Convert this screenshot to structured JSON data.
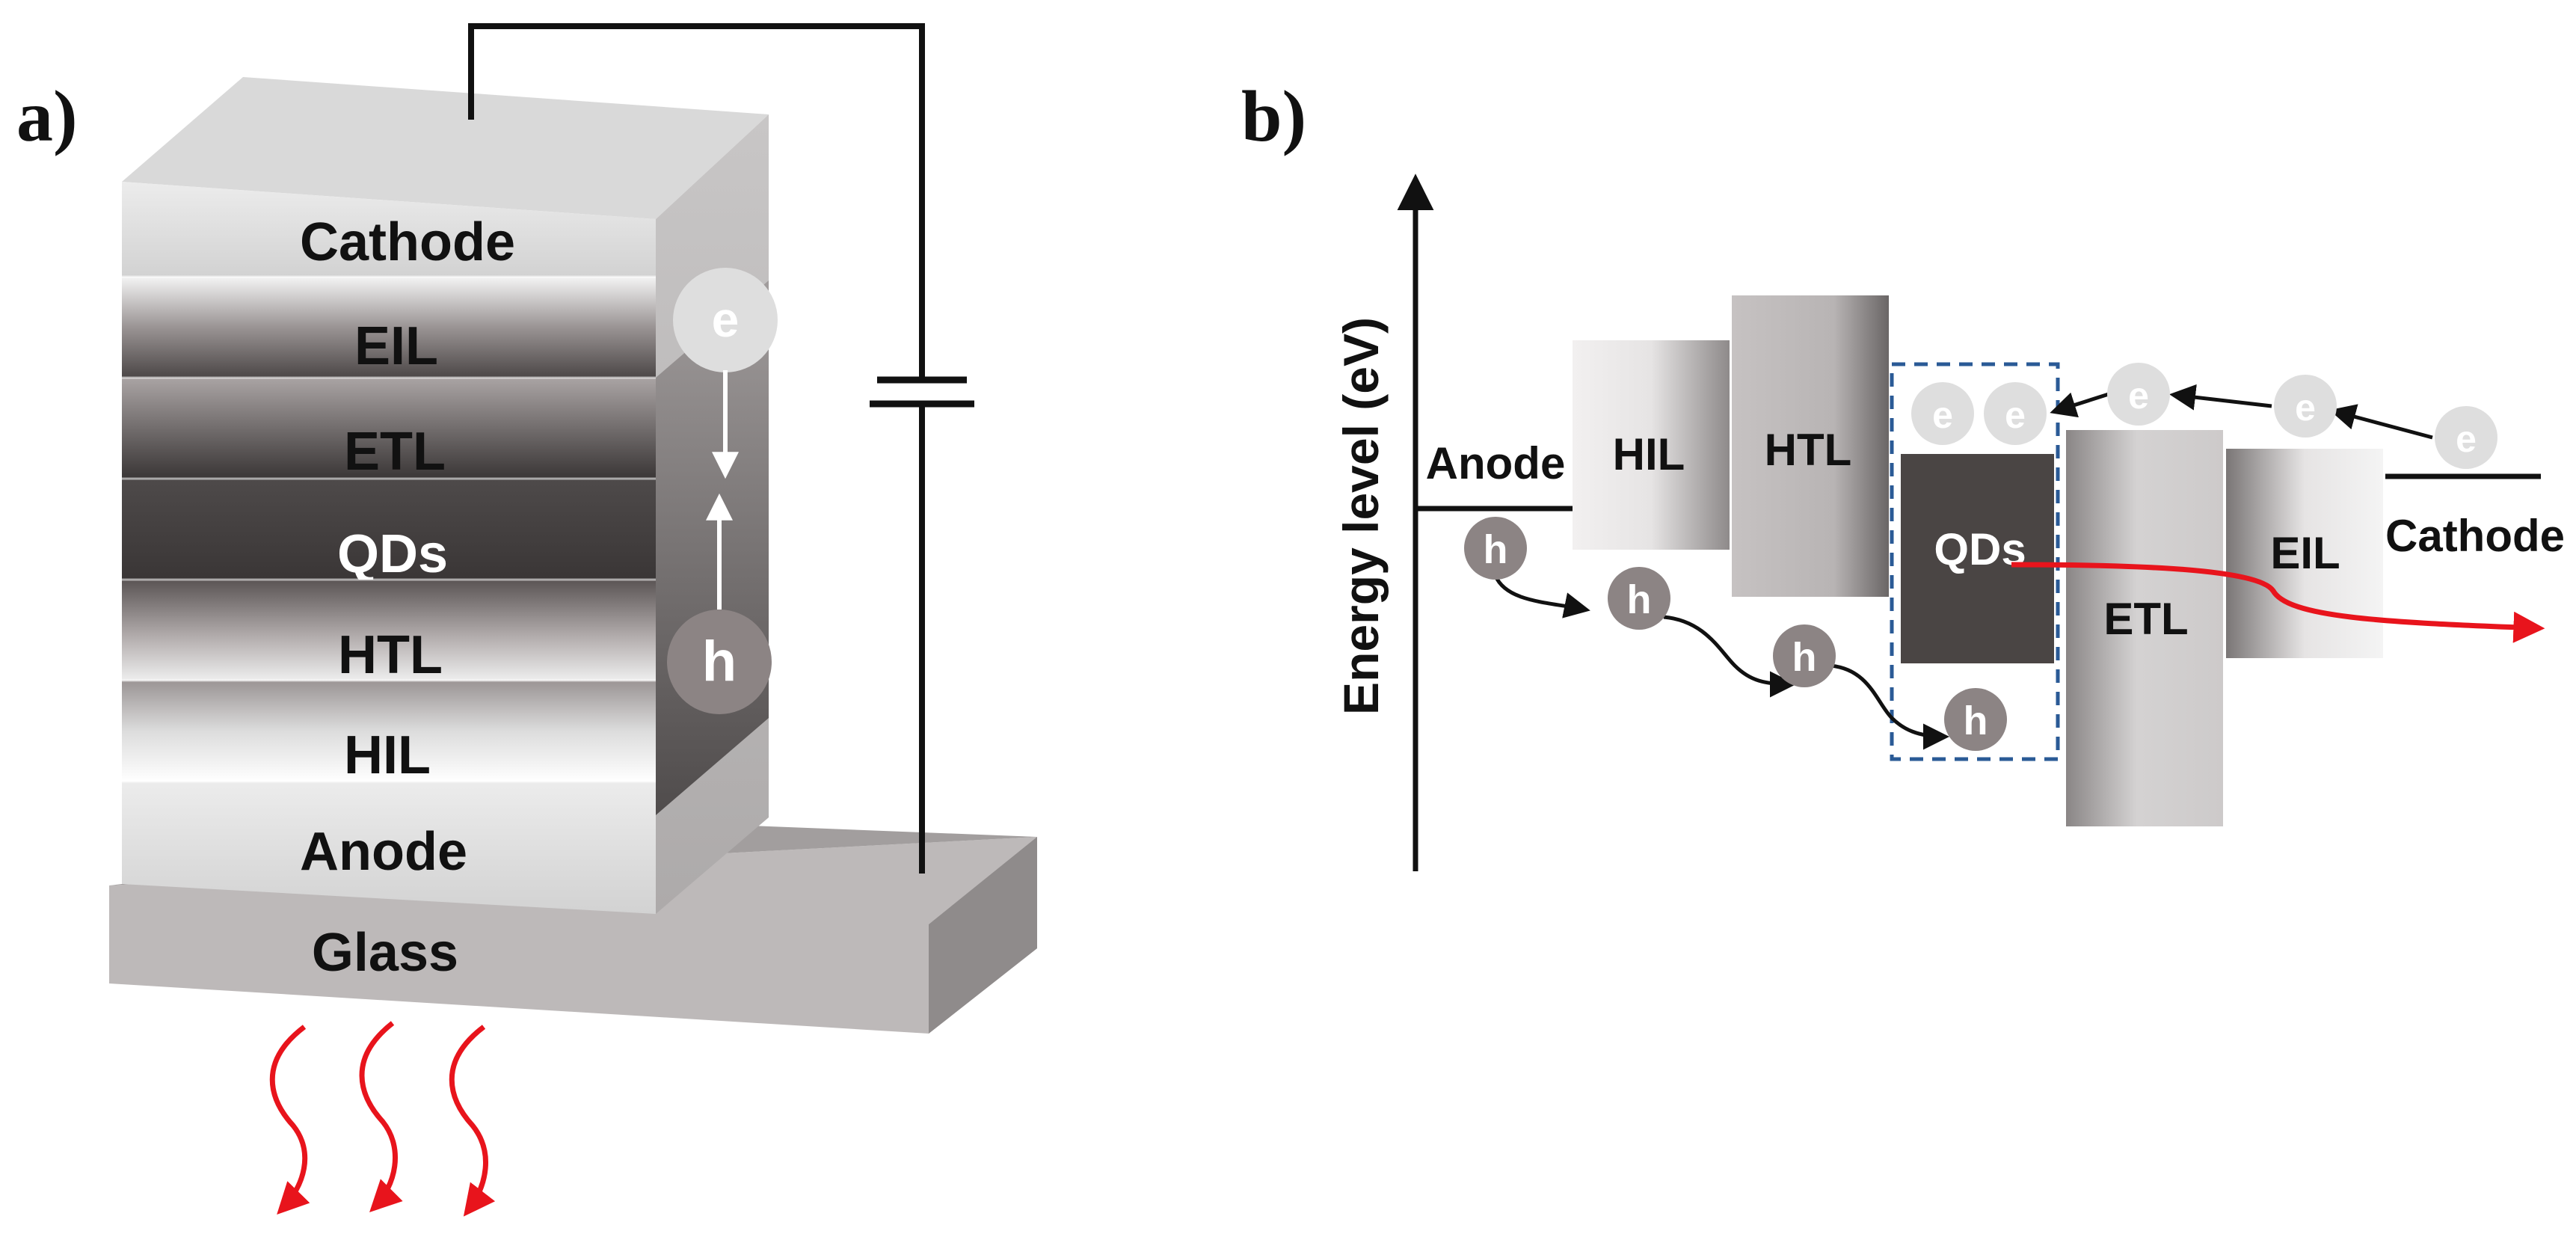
{
  "panel_a": {
    "label": "a)",
    "layers": {
      "cathode": "Cathode",
      "eil": "EIL",
      "etl": "ETL",
      "qds": "QDs",
      "htl": "HTL",
      "hil": "HIL",
      "anode": "Anode",
      "glass": "Glass"
    },
    "electron": "e",
    "hole": "h"
  },
  "panel_b": {
    "label": "b)",
    "y_axis_title": "Energy level (eV)",
    "anode": "Anode",
    "cathode": "Cathode",
    "bands": {
      "hil": "HIL",
      "htl": "HTL",
      "qds": "QDs",
      "etl": "ETL",
      "eil": "EIL"
    },
    "electron": "e",
    "hole": "h"
  },
  "colors": {
    "emission": "#e8141c",
    "dashed_box": "#2a5a96",
    "hole_circle": "#8c8484",
    "electron_circle": "#dedede",
    "qds_band": "#4a4544"
  }
}
